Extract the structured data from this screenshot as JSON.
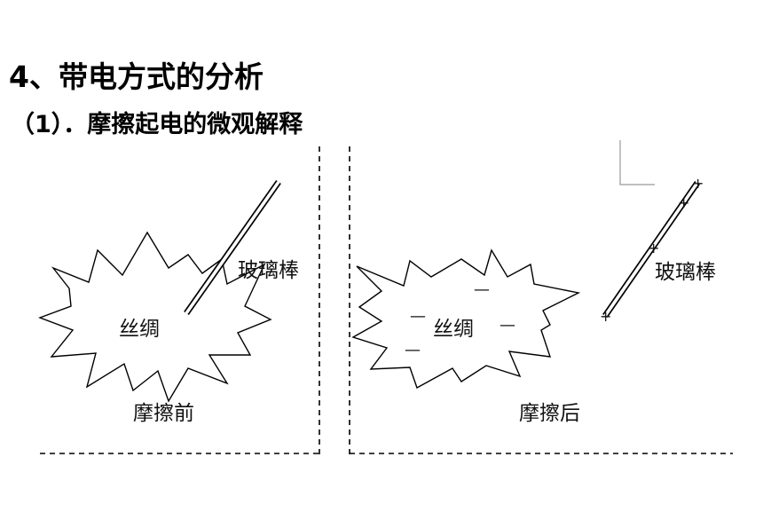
{
  "heading": "4、带电方式的分析",
  "subheading": "（1）．摩擦起电的微观解释",
  "before_panel": {
    "silk_label": "丝绸",
    "rod_label": "玻璃棒",
    "caption": "摩擦前"
  },
  "after_panel": {
    "silk_label": "丝绸",
    "rod_label": "玻璃棒",
    "caption": "摩擦后",
    "negative_sign": "—",
    "positive_sign": "+"
  }
}
